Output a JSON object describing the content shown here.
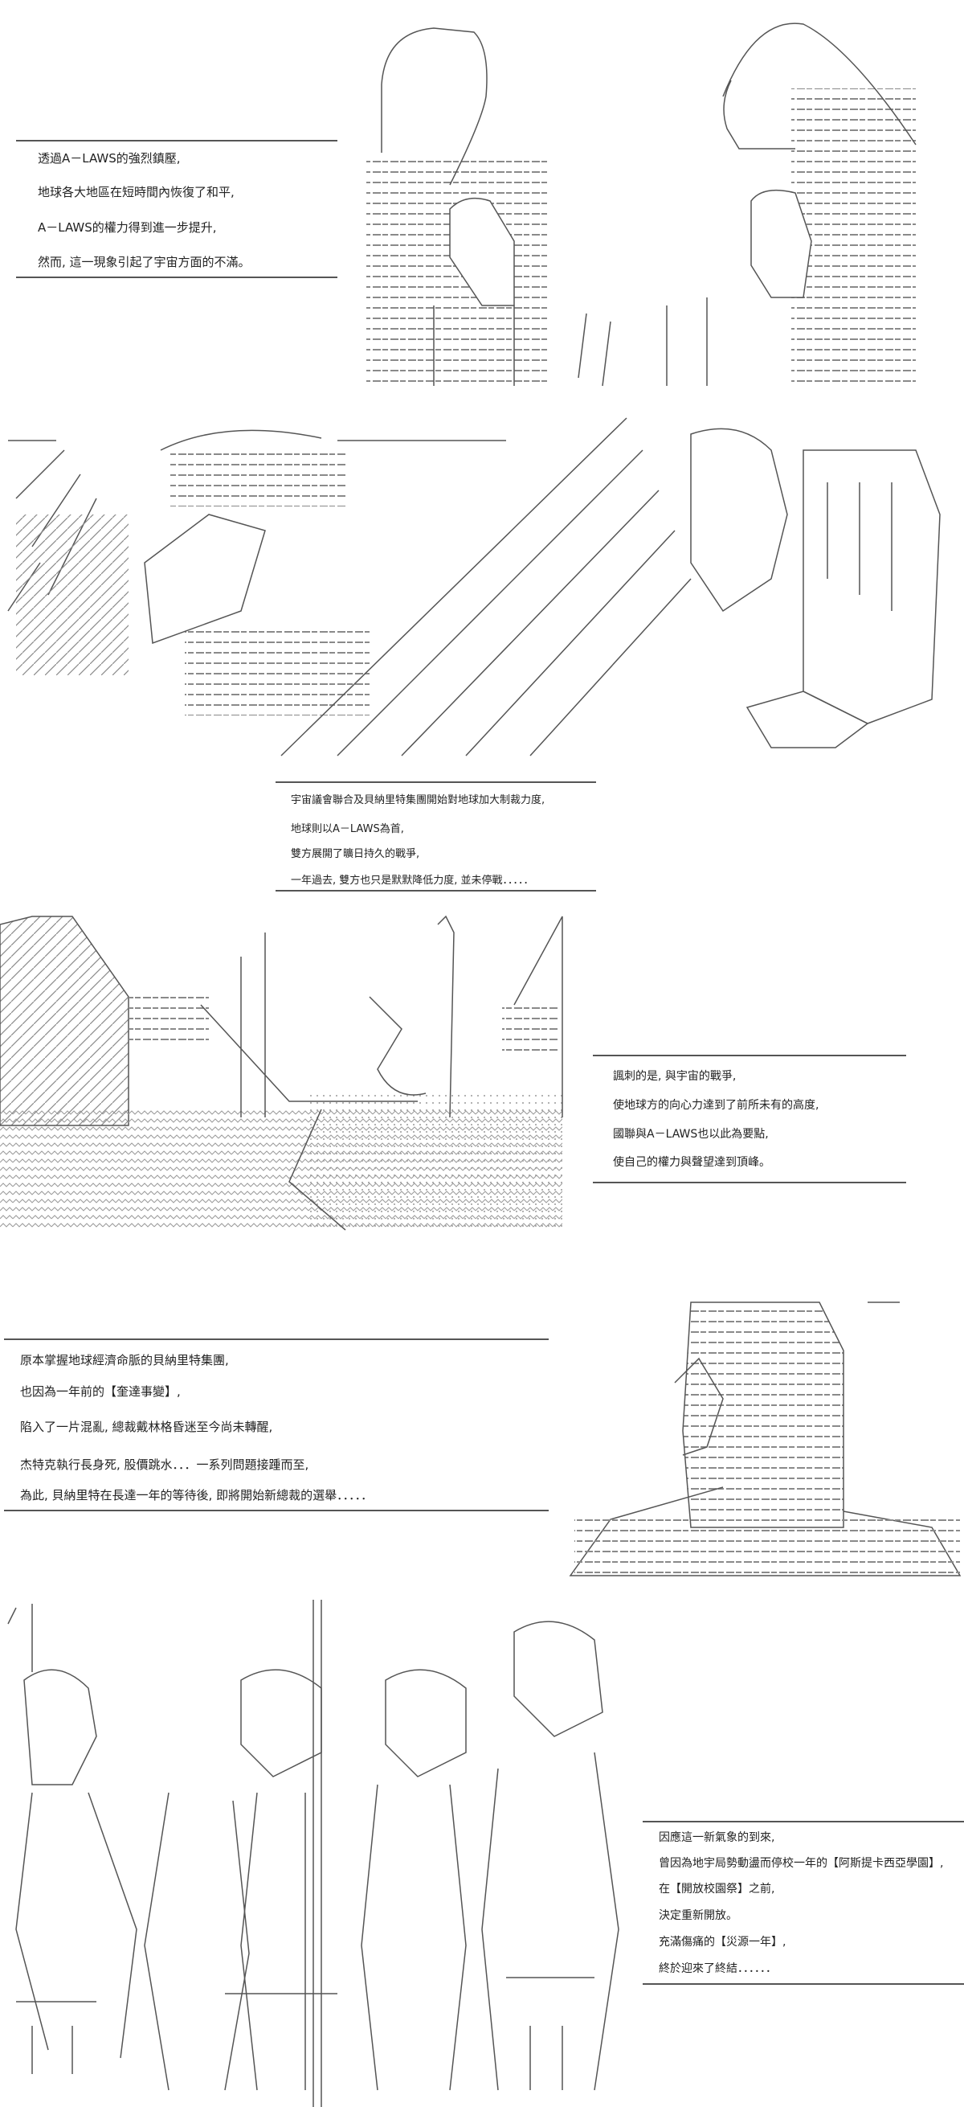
{
  "captions": [
    {
      "lines": [
        "透過A－LAWS的強烈鎮壓,",
        "地球各大地區在短時間內恢復了和平,",
        "A－LAWS的權力得到進一步提升,",
        "然而, 這一現象引起了宇宙方面的不滿。"
      ]
    },
    {
      "lines": [
        "宇宙議會聯合及貝納里特集團開始對地球加大制裁力度,",
        "地球則以A－LAWS為首,",
        "雙方展開了曠日持久的戰爭,",
        "一年過去, 雙方也只是默默降低力度, 並未停戰．．．．．"
      ]
    },
    {
      "lines": [
        "諷刺的是, 與宇宙的戰爭,",
        "使地球方的向心力達到了前所未有的高度,",
        "國聯與A－LAWS也以此為要點,",
        "使自己的權力與聲望達到頂峰。"
      ]
    },
    {
      "lines": [
        "原本掌握地球經濟命脈的貝納里特集團,",
        "也因為一年前的【奎達事變】,",
        "陷入了一片混亂, 總裁戴林格昏迷至今尚未轉醒,",
        "杰特克執行長身死, 股價跳水．．．一系列問題接踵而至,",
        "為此, 貝納里特在長達一年的等待後, 即將開始新總裁的選舉．．．．．"
      ]
    },
    {
      "lines": [
        "因應這一新氣象的到來,",
        "曾因為地宇局勢動盪而停校一年的【阿斯提卡西亞學園】,",
        "在【開放校園祭】之前,",
        "決定重新開放。",
        "充滿傷痛的【災源一年】,",
        "終於迎來了終結．．．．．．"
      ]
    }
  ],
  "colors": {
    "art_stroke": "#555555",
    "hatch": "#8a8a8a",
    "rule": "#555555"
  }
}
